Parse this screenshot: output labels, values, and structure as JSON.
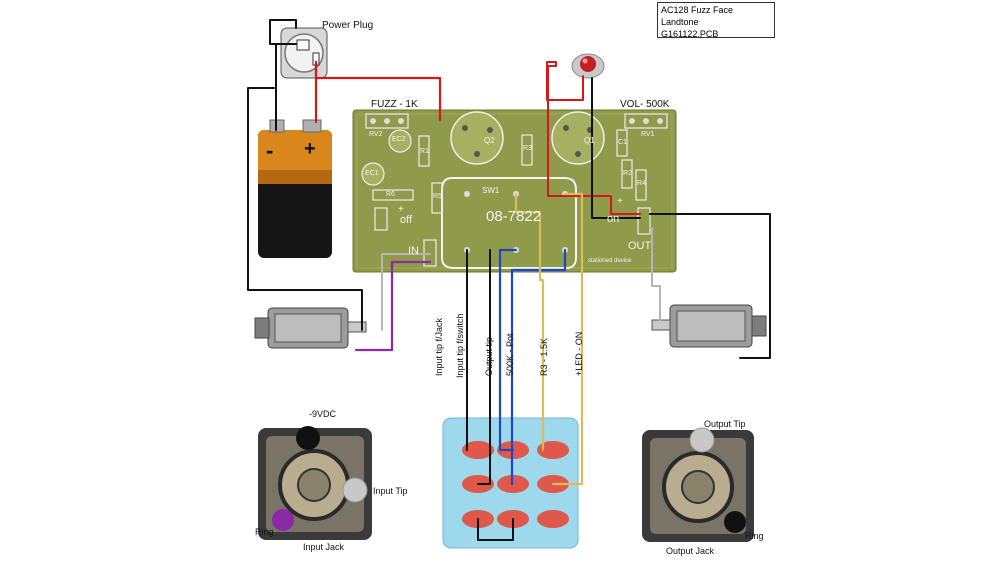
{
  "title_box": {
    "line1": "AC128 Fuzz Face",
    "line2": "Landtone",
    "line3": "G161122.PCB"
  },
  "labels": {
    "power_plug": "Power Plug",
    "fuzz_pot": "FUZZ - 1K",
    "vol_pot": "VOL- 500K",
    "minus_9vdc": "-9VDC",
    "input_tip": "Input Tip",
    "ring_in": "Ring",
    "input_jack": "Input Jack",
    "output_tip": "Output Tip",
    "ring_out": "Ring",
    "output_jack": "Output Jack"
  },
  "battery": {
    "minus": "-",
    "plus": "+"
  },
  "pcb": {
    "ic_label": "08-7822",
    "sw_label": "SW1",
    "in_label": "IN",
    "out_label": "OUT",
    "on_label": "on",
    "off_label": "off",
    "plus_label": "+",
    "plus_label2": "+",
    "rv1": "RV1",
    "rv2": "RV2",
    "ec2": "EC2",
    "ec1": "EC1",
    "r1": "R1",
    "r5": "R5",
    "r6": "R6",
    "q2": "Q2",
    "q1": "Q1",
    "c1": "C1",
    "r2": "R2",
    "r3": "R3",
    "r4": "R4",
    "maker": "stationed device"
  },
  "wire_labels": {
    "w1": "Input tip f/Jack",
    "w2": "Input tip f/switch",
    "w3": "Output tip",
    "w4": "500K - Pot",
    "w5": "R3 - 1.5K",
    "w6": "+LED - ON"
  },
  "colors": {
    "pcb": "#8f9a4a",
    "wire_red": "#d21a1a",
    "wire_black": "#111111",
    "wire_blue": "#1c47c8",
    "wire_yellow": "#d9bd5a",
    "wire_purple": "#8a2aa8",
    "wire_gray": "#b5b5b5",
    "switch_blue": "#9ed8ec",
    "lug_red": "#e0584a"
  }
}
